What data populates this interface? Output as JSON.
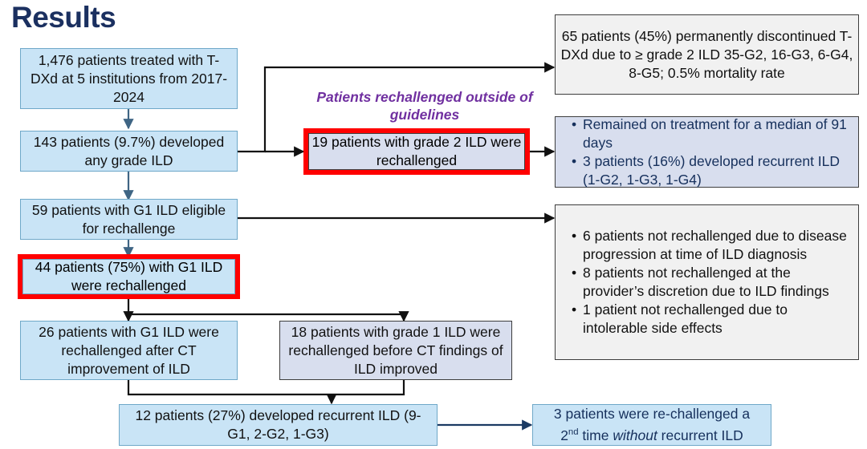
{
  "page": {
    "title": "Results",
    "title_color": "#1b3060"
  },
  "palette": {
    "blue_fill": "#c9e4f6",
    "blue_border": "#6fa8c8",
    "lavender_fill": "#d8deee",
    "gray_fill": "#f1f1f1",
    "dark_border": "#3d3d3d",
    "highlight_red": "#ff0000",
    "purple_text": "#7030a0",
    "navy_text": "#16305c"
  },
  "annotations": {
    "outside_guidelines_header": "Patients rechallenged outside of guidelines"
  },
  "nodes": {
    "cohort": {
      "text": "1,476 patients treated with T-DXd at 5 institutions from 2017-2024",
      "style": "blue"
    },
    "any_grade_ild": {
      "text": "143 patients (9.7%) developed any grade ILD",
      "style": "blue"
    },
    "discontinued": {
      "text": "65 patients (45%) permanently discontinued T-DXd due to ≥ grade 2 ILD 35-G2, 16-G3, 6-G4, 8-G5; 0.5% mortality rate",
      "style": "gray"
    },
    "g2_rechallenged": {
      "text": "19 patients with grade 2 ILD were rechallenged",
      "style": "lavender-red-highlight"
    },
    "g2_outcomes": {
      "style": "lavender",
      "bullets": [
        "Remained on treatment for a median of 91 days",
        "3 patients (16%) developed recurrent ILD (1-G2, 1-G3, 1-G4)"
      ]
    },
    "g1_eligible": {
      "text": "59 patients with G1 ILD eligible for rechallenge",
      "style": "blue"
    },
    "not_rechallenged": {
      "style": "gray",
      "bullets": [
        "6 patients not rechallenged due to disease progression at time of ILD diagnosis",
        "8 patients not rechallenged at the provider’s discretion due to ILD findings",
        "1 patient not rechallenged due to intolerable side effects"
      ]
    },
    "g1_rechallenged": {
      "text": "44 patients (75%) with G1 ILD were rechallenged",
      "style": "blue-red-highlight"
    },
    "after_ct": {
      "text": "26 patients with G1 ILD were rechallenged after CT improvement of ILD",
      "style": "blue"
    },
    "before_ct": {
      "text": "18 patients with grade 1 ILD were rechallenged before CT findings of ILD improved",
      "style": "lavender"
    },
    "recurrent_ild": {
      "text": "12 patients (27%) developed recurrent ILD (9-G1, 2-G2, 1-G3)",
      "style": "blue"
    },
    "second_rechallenge": {
      "line1": "3 patients were re-challenged a",
      "ordinal": "2",
      "ordinal_suffix": "nd",
      "line2_a": " time ",
      "line2_italic": "without",
      "line2_b": " recurrent ILD",
      "style": "blue-navy"
    }
  }
}
